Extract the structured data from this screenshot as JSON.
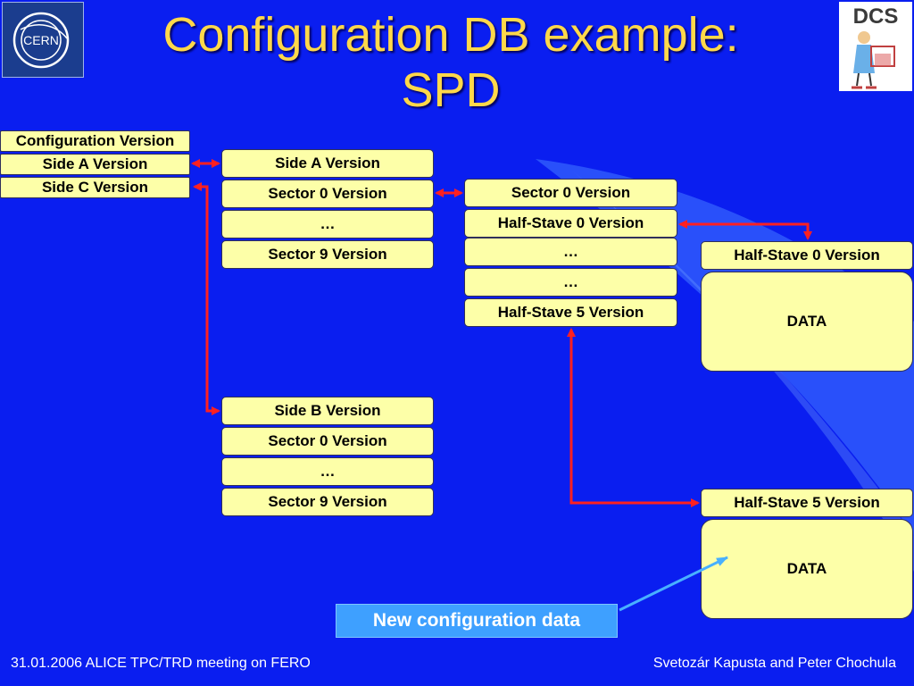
{
  "title_line1": "Configuration DB example:",
  "title_line2": "SPD",
  "logos": {
    "cern": "CERN",
    "dcs": "DCS"
  },
  "config_column": [
    "Configuration Version",
    "Side A Version",
    "Side C Version"
  ],
  "side_a": [
    "Side A  Version",
    "Sector 0 Version",
    "…",
    "Sector 9 Version"
  ],
  "side_b": [
    "Side B  Version",
    "Sector 0 Version",
    "…",
    "Sector 9 Version"
  ],
  "sector": [
    "Sector 0 Version",
    "Half-Stave 0 Version",
    "…",
    "…",
    "Half-Stave 5 Version"
  ],
  "half_stave_0": {
    "label": "Half-Stave 0 Version",
    "data": "DATA"
  },
  "half_stave_5": {
    "label": "Half-Stave 5 Version",
    "data": "DATA"
  },
  "callout": "New configuration data",
  "footer": {
    "left": "31.01.2006 ALICE TPC/TRD meeting on FERO",
    "right": "Svetozár Kapusta and Peter Chochula"
  },
  "colors": {
    "background": "#0a1ef0",
    "box": "#fdffa8",
    "title": "#ffd84a",
    "arrow": "#ff2020",
    "callout": "#3ea0ff"
  }
}
